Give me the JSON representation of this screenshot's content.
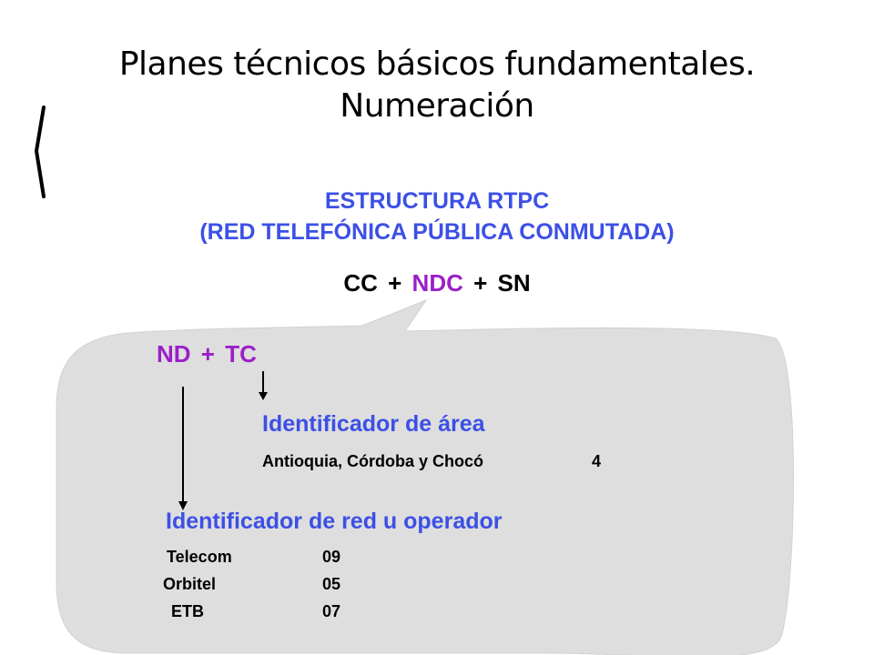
{
  "title": {
    "line1": "Planes técnicos básicos fundamentales.",
    "line2": "Numeración"
  },
  "structure": {
    "line1": "ESTRUCTURA RTPC",
    "line2": "(RED TELEFÓNICA PÚBLICA CONMUTADA)"
  },
  "formula": {
    "cc": "CC",
    "plus1": "+",
    "ndc": "NDC",
    "plus2": "+",
    "sn": "SN"
  },
  "ndc_breakdown": {
    "nd": "ND",
    "plus": "+",
    "tc": "TC"
  },
  "area": {
    "heading": "Identificador de área",
    "region": "Antioquia, Córdoba y Chocó",
    "code": "4"
  },
  "operator": {
    "heading": "Identificador de red u operador",
    "rows": [
      {
        "name": "Telecom",
        "code": "09"
      },
      {
        "name": "Orbitel",
        "code": "05"
      },
      {
        "name": "ETB",
        "code": "07"
      }
    ]
  },
  "colors": {
    "heading_blue": "#3c50e6",
    "highlight_purple": "#9b1fc8",
    "callout_gray": "#dedede"
  }
}
